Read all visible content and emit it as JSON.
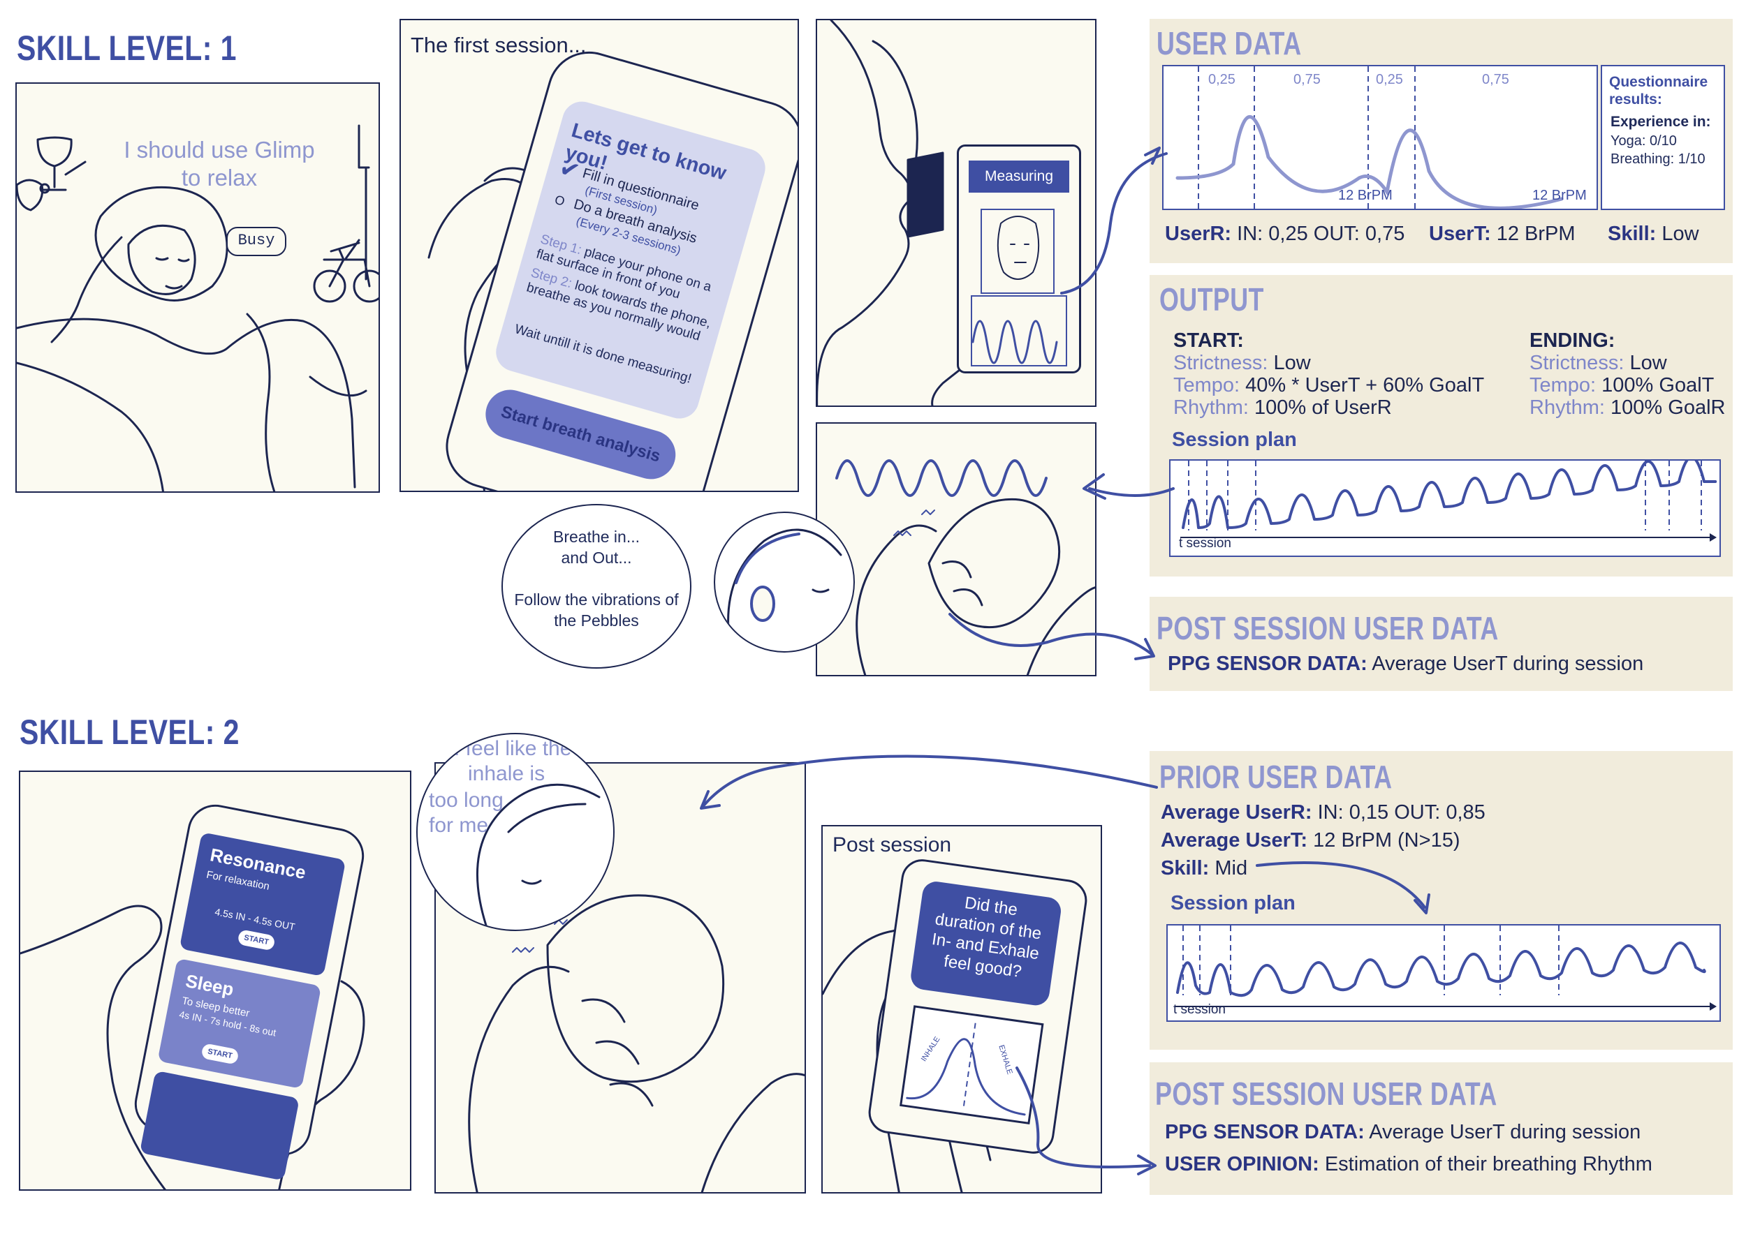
{
  "level1": {
    "heading": "SKILL LEVEL: 1",
    "panel1": {
      "thought": "I should use Glimp to relax",
      "busy_bubble": "Busy"
    },
    "panel2": {
      "caption": "The first session...",
      "card_title": "Lets get to know you!",
      "check_item": "Fill in questionnaire",
      "check_sub": "(First session)",
      "radio_item": "Do a breath analysis",
      "radio_sub": "(Every 2-3 sessions)",
      "step1_label": "Step 1:",
      "step1_text": "place your phone on a flat surface in front of you",
      "step2_label": "Step 2:",
      "step2_text": "look towards the phone, breathe as you normally would",
      "wait_text": "Wait untill it is done measuring!",
      "button": "Start breath analysis"
    },
    "panel3": {
      "screen_label": "Measuring"
    },
    "speech": {
      "line1": "Breathe in...",
      "line2": "and Out...",
      "line3": "Follow the vibrations of",
      "line4": "the Pebbles"
    }
  },
  "user_data": {
    "title": "USER DATA",
    "chart_ticks": [
      "0,25",
      "0,75",
      "0,25",
      "0,75"
    ],
    "chart_footer": [
      "12 BrPM",
      "12 BrPM"
    ],
    "questionnaire": {
      "title": "Questionnaire results:",
      "experience": "Experience in:",
      "yoga": "Yoga: 0/10",
      "breathing": "Breathing: 1/10"
    },
    "userR_label": "UserR:",
    "userR_value": "IN: 0,25 OUT: 0,75",
    "userT_label": "UserT:",
    "userT_value": "12 BrPM",
    "skill_label": "Skill:",
    "skill_value": "Low"
  },
  "output": {
    "title": "OUTPUT",
    "start_label": "START:",
    "start_strictness_key": "Strictness:",
    "start_strictness_val": "Low",
    "start_tempo_key": "Tempo:",
    "start_tempo_val": "40% * UserT + 60% GoalT",
    "start_rhythm_key": "Rhythm:",
    "start_rhythm_val": "100% of UserR",
    "end_label": "ENDING:",
    "end_strictness_key": "Strictness:",
    "end_strictness_val": "Low",
    "end_tempo_key": "Tempo:",
    "end_tempo_val": "100% GoalT",
    "end_rhythm_key": "Rhythm:",
    "end_rhythm_val": "100% GoalR",
    "session_plan": "Session plan",
    "axis_label": "t session"
  },
  "post1": {
    "title": "POST SESSION USER DATA",
    "ppg_label": "PPG SENSOR DATA:",
    "ppg_value": "Average UserT during session"
  },
  "level2": {
    "heading": "SKILL LEVEL: 2",
    "phone": {
      "card1_title": "Resonance",
      "card1_sub": "For relaxation",
      "card1_detail": "4.5s IN - 4.5s OUT",
      "card1_btn": "START",
      "card2_title": "Sleep",
      "card2_sub": "To sleep better",
      "card2_detail": "4s IN - 7s hold - 8s out",
      "card2_btn": "START"
    },
    "thought": {
      "l1": "I feel like the",
      "l2": "inhale is",
      "l3": "too long",
      "l4": "for me"
    },
    "post_panel": {
      "caption": "Post session",
      "question": {
        "l1": "Did the",
        "l2": "duration of the",
        "l3": "In- and Exhale",
        "l4": "feel good?"
      },
      "inhale": "INHALE",
      "exhale": "EXHALE"
    }
  },
  "prior": {
    "title": "PRIOR USER DATA",
    "avgR_label": "Average UserR:",
    "avgR_value": "IN: 0,15 OUT: 0,85",
    "avgT_label": "Average UserT:",
    "avgT_value": "12 BrPM (N>15)",
    "skill_label": "Skill:",
    "skill_value": "Mid",
    "session_plan": "Session plan",
    "axis_label": "t session"
  },
  "post2": {
    "title": "POST SESSION USER DATA",
    "ppg_label": "PPG SENSOR DATA:",
    "ppg_value": "Average UserT during session",
    "opinion_label": "USER OPINION:",
    "opinion_value": "Estimation of their breathing Rhythm"
  },
  "colors": {
    "accent": "#3f4fa3",
    "light_accent": "#8e96cf",
    "panel_bg": "#f1ecdc",
    "ink": "#1c2550"
  }
}
